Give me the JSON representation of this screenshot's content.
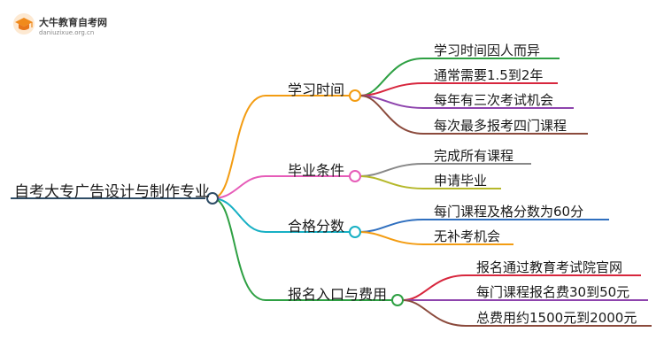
{
  "logo": {
    "title": "大牛教育自考网",
    "url": "daniuzixue.org.cn",
    "icon": "graduation-cap-icon"
  },
  "root": {
    "label": "自考大专广告设计与制作专业"
  },
  "branches": [
    {
      "label": "学习时间",
      "color": "#f39c12",
      "leaves": [
        {
          "label": "学习时间因人而异",
          "color": "#2ea043"
        },
        {
          "label": "通常需要1.5到2年",
          "color": "#d7263d"
        },
        {
          "label": "每年有三次考试机会",
          "color": "#8e44ad"
        },
        {
          "label": "每次最多报考四门课程",
          "color": "#8b4a3c"
        }
      ]
    },
    {
      "label": "毕业条件",
      "color": "#e65cb8",
      "leaves": [
        {
          "label": "完成所有课程",
          "color": "#888888"
        },
        {
          "label": "申请毕业",
          "color": "#b5b82a"
        }
      ]
    },
    {
      "label": "合格分数",
      "color": "#17b0c4",
      "leaves": [
        {
          "label": "每门课程及格分数为60分",
          "color": "#2f6fbf"
        },
        {
          "label": "无补考机会",
          "color": "#f39c12"
        }
      ]
    },
    {
      "label": "报名入口与费用",
      "color": "#2ea043",
      "leaves": [
        {
          "label": "报名通过教育考试院官网",
          "color": "#d7263d"
        },
        {
          "label": "每门课程报名费30到50元",
          "color": "#8e44ad"
        },
        {
          "label": "总费用约1500元到2000元",
          "color": "#8b4a3c"
        }
      ]
    }
  ]
}
